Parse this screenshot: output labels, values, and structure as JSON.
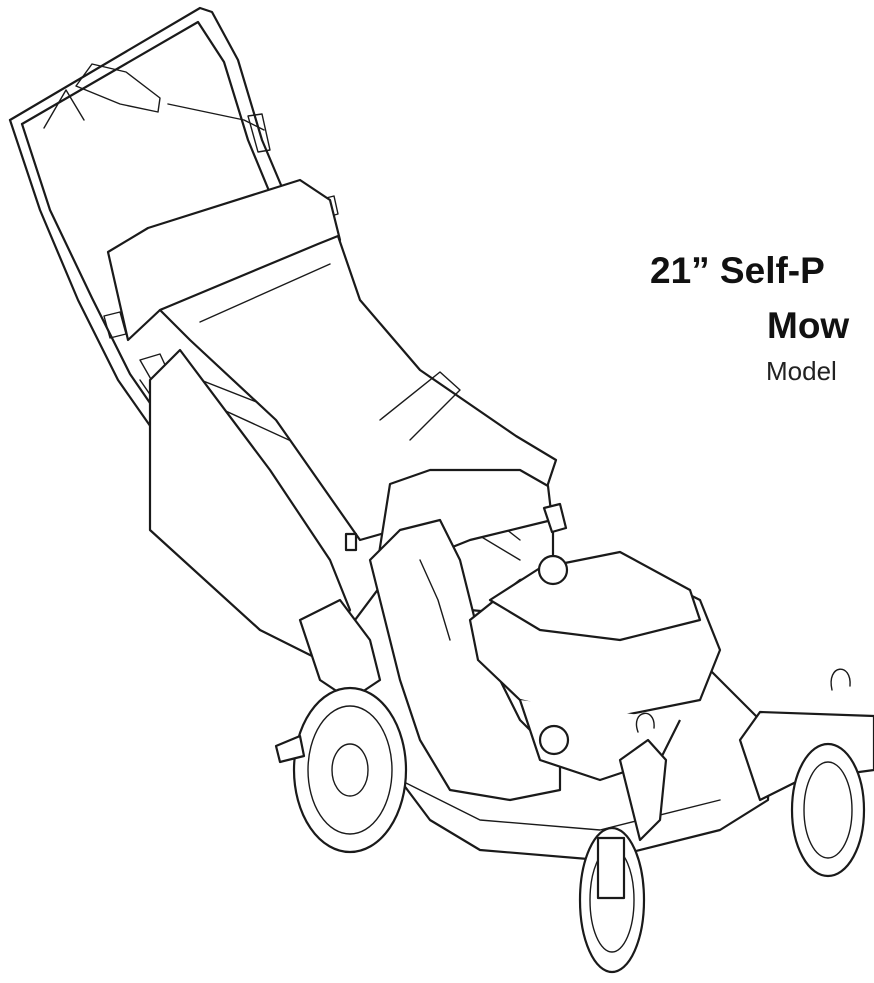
{
  "cover": {
    "title_line_1": "21” Self-P",
    "title_line_2": "Mow",
    "model_label": "Model"
  }
}
